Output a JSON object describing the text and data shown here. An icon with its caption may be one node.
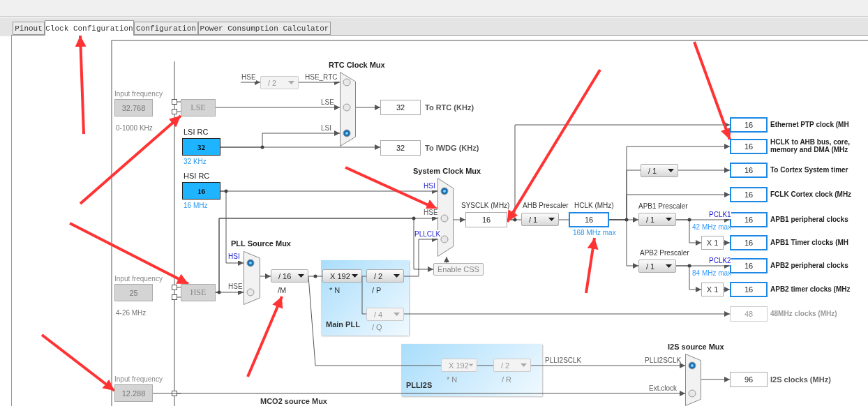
{
  "diagram": {
    "nodes": [
      {
        "text": [
          "Pinout"
        ]
      },
      {
        "text": [
          "Clock Configuration"
        ]
      },
      {
        "text": [
          "Configuration"
        ]
      },
      {
        "text": [
          "Power Consumption Calculator"
        ]
      },
      {
        "text": [
          "Input frequency",
          "32.768"
        ],
        "beside": [
          "0-1000 KHz"
        ]
      },
      {
        "text": [
          "LSE"
        ]
      },
      {
        "text": [
          "LSI RC",
          "32"
        ],
        "beside": [
          "32 KHz"
        ]
      },
      {
        "text": [
          "HSI RC",
          "16"
        ],
        "beside": [
          "16 MHz"
        ]
      },
      {
        "text": [
          "Input frequency",
          "25"
        ],
        "beside": [
          "4-26 MHz"
        ]
      },
      {
        "text": [
          "HSE"
        ]
      },
      {
        "text": [
          "Input frequency",
          "12.288"
        ]
      },
      {
        "text": [
          "/ 2"
        ]
      },
      {
        "text": [
          "RTC Clock Mux"
        ]
      },
      {
        "text": [
          "32"
        ],
        "beside": [
          "To RTC (KHz)"
        ]
      },
      {
        "text": [
          "32"
        ],
        "beside": [
          "To IWDG (KHz)"
        ]
      },
      {
        "text": [
          "PLL Source Mux"
        ]
      },
      {
        "text": [
          "/ 16"
        ],
        "beside": [
          "/M"
        ]
      },
      {
        "text": [
          "Main PLL"
        ]
      },
      {
        "text": [
          "X 192"
        ],
        "beside": [
          "* N"
        ],
        "in": 17
      },
      {
        "text": [
          "/ 2"
        ],
        "beside": [
          "/ P"
        ],
        "in": 17
      },
      {
        "text": [
          "/ 4"
        ],
        "beside": [
          "/ Q"
        ],
        "in": 17
      },
      {
        "text": [
          "System Clock Mux"
        ]
      },
      {
        "text": [
          "Enable CSS"
        ]
      },
      {
        "text": [
          "SYSCLK (MHz)",
          "16"
        ]
      },
      {
        "text": [
          "AHB Prescaler",
          "/ 1"
        ]
      },
      {
        "text": [
          "HCLK (MHz)",
          "16"
        ],
        "beside": [
          "168 MHz max"
        ]
      },
      {
        "text": [
          "/ 1"
        ]
      },
      {
        "text": [
          "APB1 Prescaler",
          "/ 1"
        ]
      },
      {
        "text": [
          "APB2 Prescaler",
          "/ 1"
        ]
      },
      {
        "text": [
          "X 1"
        ]
      },
      {
        "text": [
          "X 1"
        ]
      },
      {
        "text": [
          "16"
        ],
        "beside": [
          "Ethernet PTP clock (MH"
        ]
      },
      {
        "text": [
          "16"
        ],
        "beside": [
          "HCLK to AHB bus, core, memory and DMA (MHz"
        ]
      },
      {
        "text": [
          "16"
        ],
        "beside": [
          "To Cortex System timer"
        ]
      },
      {
        "text": [
          "16"
        ],
        "beside": [
          "FCLK Cortex clock (MHz"
        ]
      },
      {
        "text": [
          "16"
        ],
        "beside": [
          "APB1 peripheral clocks"
        ]
      },
      {
        "text": [
          "16"
        ],
        "beside": [
          "APB1 Timer clocks (MH"
        ]
      },
      {
        "text": [
          "16"
        ],
        "beside": [
          "APB2 peripheral clocks"
        ]
      },
      {
        "text": [
          "16"
        ],
        "beside": [
          "APB2 timer clocks (MHz"
        ]
      },
      {
        "text": [
          "48"
        ],
        "beside": [
          "48MHz clocks (MHz)"
        ]
      },
      {
        "text": [
          "PLLI2S"
        ]
      },
      {
        "text": [
          "X 192"
        ],
        "beside": [
          "* N"
        ],
        "in": 40
      },
      {
        "text": [
          "/ 2"
        ],
        "beside": [
          "/ R"
        ],
        "in": 40
      },
      {
        "text": [
          "I2S source Mux"
        ]
      },
      {
        "text": [
          "96"
        ],
        "beside": [
          "I2S clocks (MHz)"
        ]
      }
    ],
    "edges": [
      {
        "from": null,
        "to": 11,
        "arrow": "to",
        "label": "HSE"
      },
      {
        "from": 11,
        "to": 12,
        "arrow": "to",
        "label": "HSE_RTC"
      },
      {
        "from": 5,
        "to": 12,
        "arrow": "to",
        "label": "LSE"
      },
      {
        "from": 6,
        "to": 12,
        "arrow": "to",
        "label": "LSI"
      },
      {
        "from": 12,
        "to": 13,
        "arrow": "to"
      },
      {
        "from": 6,
        "to": 14,
        "arrow": "to"
      },
      {
        "from": 7,
        "to": 21,
        "arrow": "to",
        "label": "HSI"
      },
      {
        "from": 7,
        "to": 15,
        "arrow": "to",
        "label": "HSI"
      },
      {
        "from": 9,
        "to": 15,
        "arrow": "to",
        "label": "HSE"
      },
      {
        "from": 9,
        "to": 21,
        "arrow": "to",
        "label": "HSE"
      },
      {
        "from": 9,
        "to": 22,
        "arrow": "to"
      },
      {
        "from": 15,
        "to": 16,
        "arrow": "to"
      },
      {
        "from": 16,
        "to": 18,
        "arrow": "none"
      },
      {
        "from": 18,
        "to": 19,
        "arrow": "none"
      },
      {
        "from": 18,
        "to": 20,
        "arrow": "none"
      },
      {
        "from": 19,
        "to": 21,
        "arrow": "to",
        "label": "PLLCLK"
      },
      {
        "from": 20,
        "to": 39,
        "arrow": "to"
      },
      {
        "from": 16,
        "to": 41,
        "arrow": "none"
      },
      {
        "from": 41,
        "to": 42,
        "arrow": "none"
      },
      {
        "from": 42,
        "to": 43,
        "arrow": "to",
        "label": "PLLI2SCLK"
      },
      {
        "from": 10,
        "to": 43,
        "arrow": "to",
        "label": "Ext.clock"
      },
      {
        "from": 43,
        "to": 44,
        "arrow": "to"
      },
      {
        "from": 22,
        "to": 21,
        "arrow": "to"
      },
      {
        "from": 21,
        "to": 23,
        "arrow": "to"
      },
      {
        "from": 23,
        "to": 24,
        "arrow": "none"
      },
      {
        "from": 23,
        "to": 31,
        "arrow": "to"
      },
      {
        "from": 24,
        "to": 25,
        "arrow": "none"
      },
      {
        "from": 25,
        "to": 32,
        "arrow": "to"
      },
      {
        "from": 25,
        "to": 26,
        "arrow": "none"
      },
      {
        "from": 26,
        "to": 33,
        "arrow": "to"
      },
      {
        "from": 25,
        "to": 34,
        "arrow": "to"
      },
      {
        "from": 25,
        "to": 27,
        "arrow": "to"
      },
      {
        "from": 25,
        "to": 28,
        "arrow": "to"
      },
      {
        "from": 27,
        "to": 35,
        "arrow": "to",
        "label": "PCLK1"
      },
      {
        "from": 27,
        "to": 29,
        "arrow": "to"
      },
      {
        "from": 29,
        "to": 36,
        "arrow": "to"
      },
      {
        "from": 28,
        "to": 37,
        "arrow": "to",
        "label": "PCLK2"
      },
      {
        "from": 28,
        "to": 30,
        "arrow": "to"
      },
      {
        "from": 30,
        "to": 38,
        "arrow": "to"
      },
      {
        "from": null,
        "to": 1,
        "arrow": "to",
        "style": "thick",
        "color": "#ff3333"
      },
      {
        "from": null,
        "to": 5,
        "arrow": "to",
        "style": "thick",
        "color": "#ff3333"
      },
      {
        "from": null,
        "to": 9,
        "arrow": "to",
        "style": "thick",
        "color": "#ff3333"
      },
      {
        "from": null,
        "to": 10,
        "arrow": "to",
        "style": "thick",
        "color": "#ff3333"
      },
      {
        "from": null,
        "to": 21,
        "arrow": "to",
        "style": "thick",
        "color": "#ff3333"
      },
      {
        "from": null,
        "to": 23,
        "arrow": "to",
        "style": "thick",
        "color": "#ff3333"
      },
      {
        "from": null,
        "to": 32,
        "arrow": "to",
        "style": "thick",
        "color": "#ff3333"
      },
      {
        "from": null,
        "to": 25,
        "arrow": "to",
        "style": "thick",
        "color": "#ff3333"
      },
      {
        "from": null,
        "to": 16,
        "arrow": "to",
        "style": "thick",
        "color": "#ff3333"
      }
    ],
    "labels": [
      "PLLI2SCLK",
      "42 MHz max",
      "84 MHz max",
      "MCO2 source Mux"
    ]
  }
}
